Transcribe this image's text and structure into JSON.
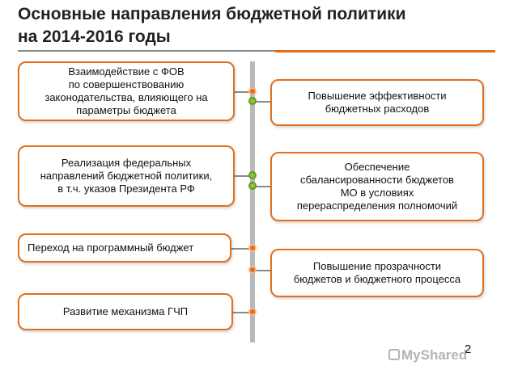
{
  "title": "Основные направления бюджетной политики\nна 2014-2016 годы",
  "left_items": [
    "Взаимодействие с ФОВ\nпо совершенствованию\nзаконодательства, влияющего на\nпараметры бюджета",
    "Реализация федеральных\nнаправлений бюджетной политики,\nв т.ч. указов Президента РФ",
    "Переход на программный бюджет",
    "Развитие механизма ГЧП"
  ],
  "right_items": [
    "Повышение эффективности\nбюджетных расходов",
    "Обеспечение\nсбалансированности бюджетов\nМО в условиях\nперераспределения полномочий",
    "Повышение прозрачности\nбюджетов и бюджетного процесса"
  ],
  "page_number": "2",
  "watermark": "MyShared",
  "colors": {
    "accent": "#e0701e",
    "node_green": "#8cc63f",
    "spine": "#b9b9b9"
  }
}
